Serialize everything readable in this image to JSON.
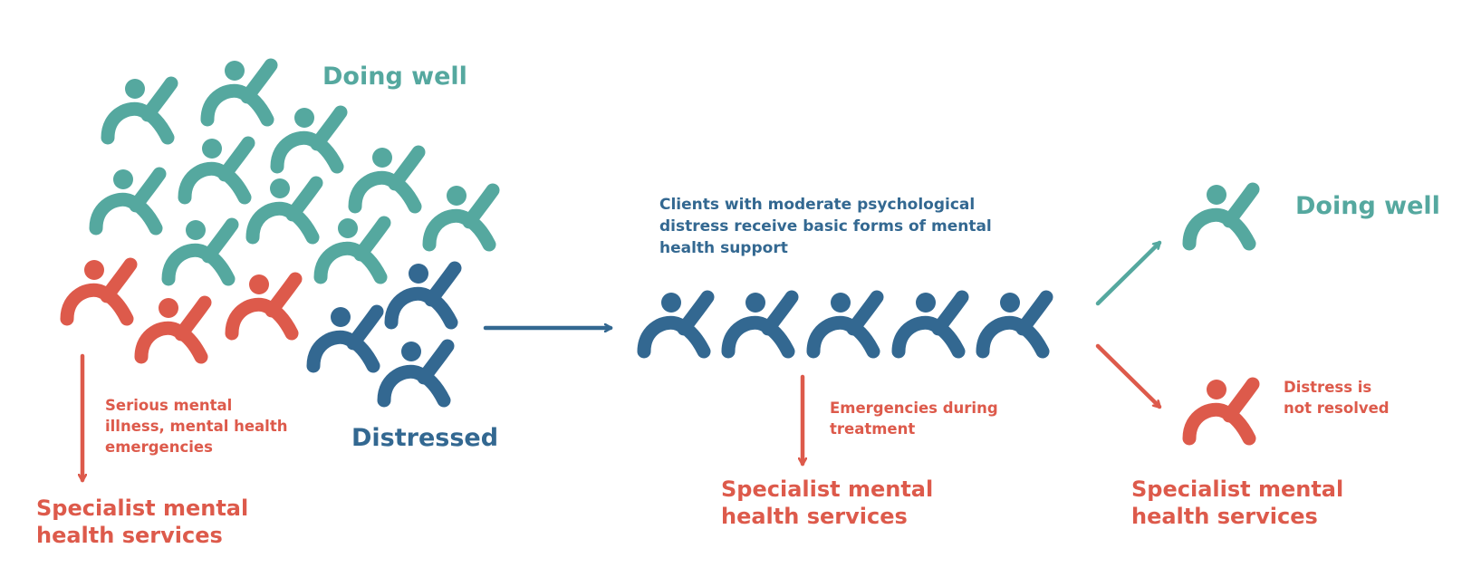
{
  "colors": {
    "doing_well": "#55a89f",
    "distressed": "#336891",
    "emergency": "#dd5a4b"
  },
  "icons": {
    "person": "person-icon",
    "arrow": "arrow-icon"
  },
  "labels": {
    "doing_well_top": "Doing well",
    "distressed": "Distressed",
    "serious_illness": [
      "Serious mental",
      "illness, mental health",
      "emergencies"
    ],
    "specialist_left": [
      "Specialist mental",
      "health services"
    ],
    "clients_desc": [
      "Clients with moderate psychological",
      "distress receive basic forms of mental",
      "health support"
    ],
    "emergencies_during": [
      "Emergencies during",
      "treatment"
    ],
    "specialist_middle": [
      "Specialist mental",
      "health services"
    ],
    "doing_well_right": "Doing well",
    "distress_not_resolved": [
      "Distress is",
      "not resolved"
    ],
    "specialist_right": [
      "Specialist mental",
      "health services"
    ]
  }
}
